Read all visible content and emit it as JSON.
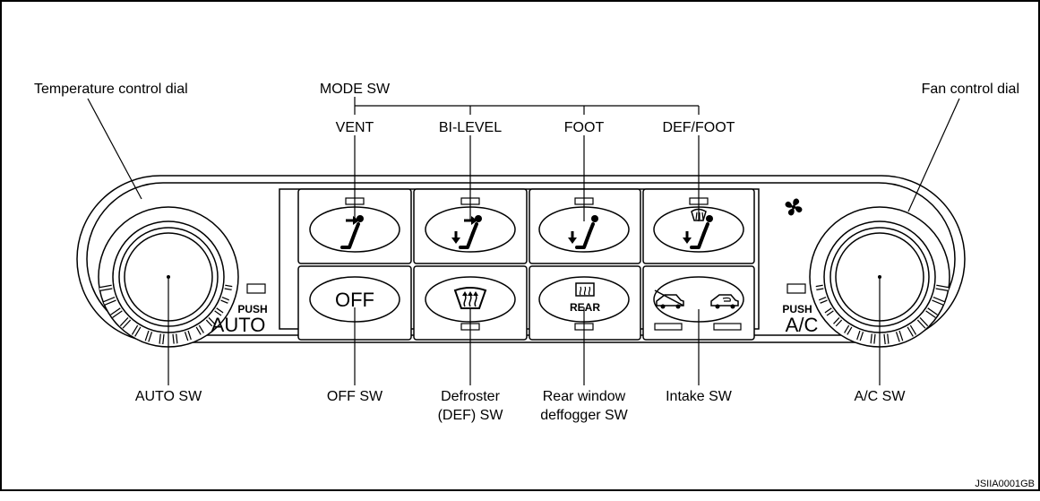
{
  "callouts": {
    "temperature_dial": "Temperature control dial",
    "mode_sw": "MODE SW",
    "vent": "VENT",
    "bi_level": "BI-LEVEL",
    "foot": "FOOT",
    "def_foot": "DEF/FOOT",
    "fan_dial": "Fan control dial",
    "auto_sw": "AUTO SW",
    "off_sw": "OFF SW",
    "defroster_line1": "Defroster",
    "defroster_line2": "(DEF) SW",
    "rear_line1": "Rear window",
    "rear_line2": "deffogger SW",
    "intake_sw": "Intake SW",
    "ac_sw": "A/C SW"
  },
  "panel": {
    "push_left": "PUSH",
    "auto": "AUTO",
    "push_right": "PUSH",
    "ac": "A/C",
    "off_button": "OFF",
    "rear_button": "REAR"
  },
  "reference_code": "JSIIA0001GB",
  "icons": {
    "fan": "fan-icon",
    "vent": "vent-mode-icon",
    "bi_level": "bi-level-mode-icon",
    "foot": "foot-mode-icon",
    "def_foot": "def-foot-mode-icon",
    "defroster": "windshield-defroster-icon",
    "rear_defogger": "rear-defogger-icon",
    "intake": "air-intake-icon"
  }
}
